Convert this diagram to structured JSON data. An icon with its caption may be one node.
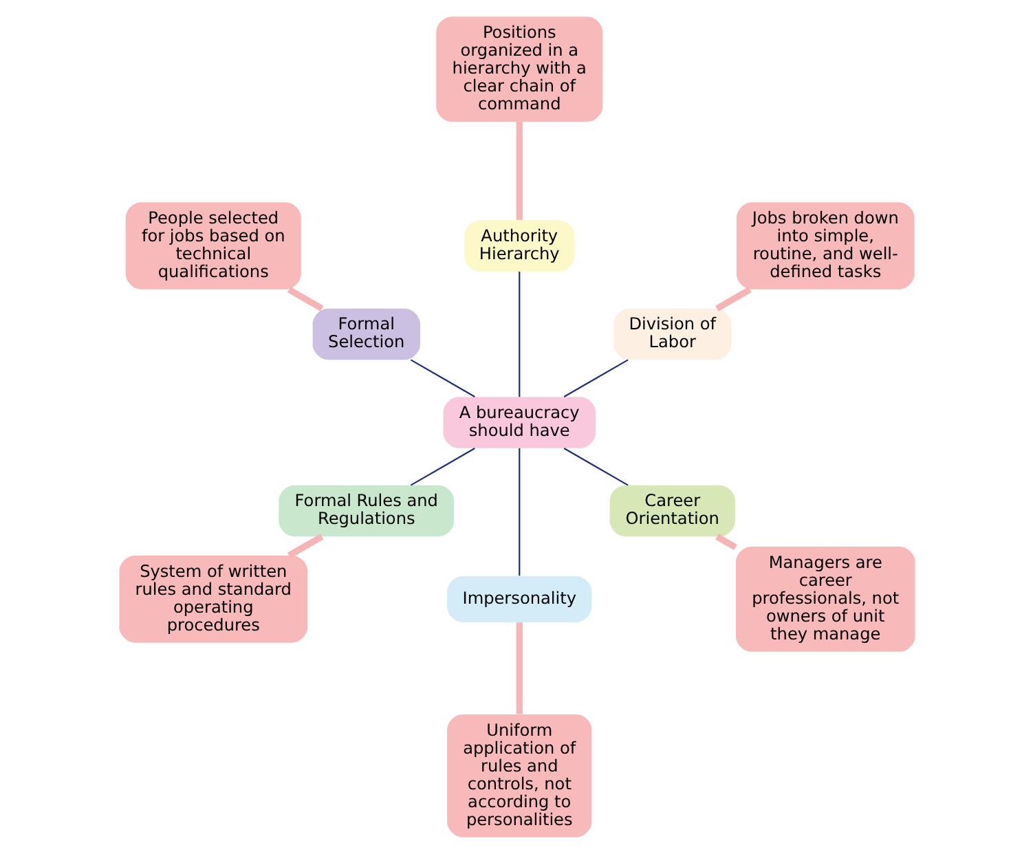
{
  "diagram": {
    "nodes": [
      {
        "text": [
          "A bureaucracy should have"
        ]
      },
      {
        "text": [
          "Division of Labor"
        ]
      },
      {
        "text": [
          "Jobs broken down into simple, routine, and well-defined tasks"
        ]
      },
      {
        "text": [
          "Authority Hierarchy"
        ]
      },
      {
        "text": [
          "Positions organized in a hierarchy with a clear chain of command"
        ]
      },
      {
        "text": [
          "Formal Selection"
        ]
      },
      {
        "text": [
          "People selected for jobs based on technical qualifications"
        ]
      },
      {
        "text": [
          "Formal Rules and Regulations"
        ]
      },
      {
        "text": [
          "System of written rules and standard operating procedures"
        ]
      },
      {
        "text": [
          "Impersonality"
        ]
      },
      {
        "text": [
          "Uniform application of rules and controls, not according to personalities"
        ]
      },
      {
        "text": [
          "Career Orientation"
        ]
      },
      {
        "text": [
          "Managers are career professionals, not owners of unit they manage"
        ]
      }
    ],
    "edges": [
      {
        "from": 0,
        "to": 1,
        "arrow": "none"
      },
      {
        "from": 0,
        "to": 3,
        "arrow": "none"
      },
      {
        "from": 0,
        "to": 5,
        "arrow": "none"
      },
      {
        "from": 0,
        "to": 7,
        "arrow": "none"
      },
      {
        "from": 0,
        "to": 9,
        "arrow": "none"
      },
      {
        "from": 0,
        "to": 11,
        "arrow": "none"
      },
      {
        "from": 2,
        "to": 1,
        "arrow": "none",
        "style": "thick",
        "color": "#f5b5b5"
      },
      {
        "from": 4,
        "to": 3,
        "arrow": "none",
        "style": "thick",
        "color": "#f5b5b5"
      },
      {
        "from": 6,
        "to": 5,
        "arrow": "none",
        "style": "thick",
        "color": "#f5b5b5"
      },
      {
        "from": 8,
        "to": 7,
        "arrow": "none",
        "style": "thick",
        "color": "#f5b5b5"
      },
      {
        "from": 10,
        "to": 9,
        "arrow": "none",
        "style": "thick",
        "color": "#f5b5b5"
      },
      {
        "from": 12,
        "to": 11,
        "arrow": "none",
        "style": "thick",
        "color": "#f5b5b5"
      }
    ]
  }
}
